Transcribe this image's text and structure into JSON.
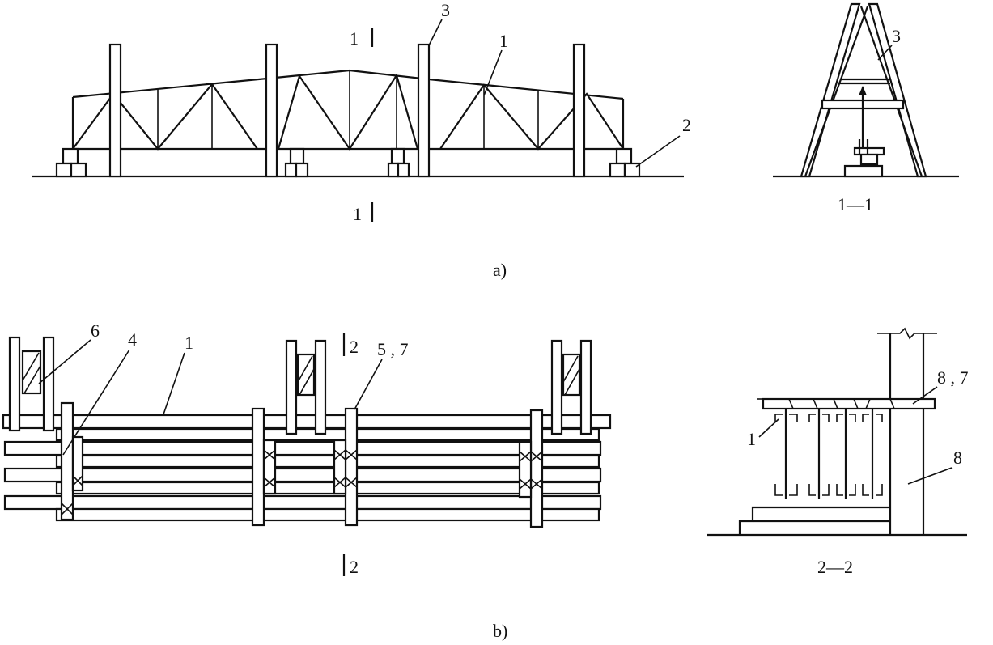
{
  "colors": {
    "ink": "#111111",
    "paper": "#ffffff"
  },
  "figure_a": {
    "caption": "a)",
    "section_mark_top": "1",
    "section_mark_bottom": "1",
    "callouts": {
      "c1": "1",
      "c2": "2",
      "c3": "3"
    },
    "section_view": {
      "label": "1—1",
      "callout": "3"
    }
  },
  "figure_b": {
    "caption": "b)",
    "section_mark_top": "2",
    "section_mark_bottom": "2",
    "callouts": {
      "c6": "6",
      "c4": "4",
      "c1": "1",
      "c57": "5 , 7"
    },
    "section_view": {
      "label": "2—2",
      "callout_87": "8 , 7",
      "callout_1": "1",
      "callout_8": "8"
    }
  }
}
